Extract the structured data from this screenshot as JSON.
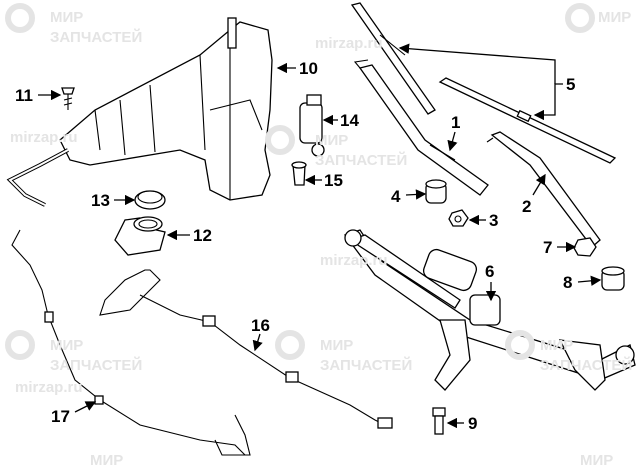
{
  "watermark": {
    "brand_line1": "МИР",
    "brand_line2": "ЗАПЧАСТЕЙ",
    "url": "mirzap.ru"
  },
  "callouts": {
    "c1": "1",
    "c2": "2",
    "c3": "3",
    "c4": "4",
    "c5": "5",
    "c6": "6",
    "c7": "7",
    "c8": "8",
    "c9": "9",
    "c10": "10",
    "c11": "11",
    "c12": "12",
    "c13": "13",
    "c14": "14",
    "c15": "15",
    "c16": "16",
    "c17": "17"
  }
}
